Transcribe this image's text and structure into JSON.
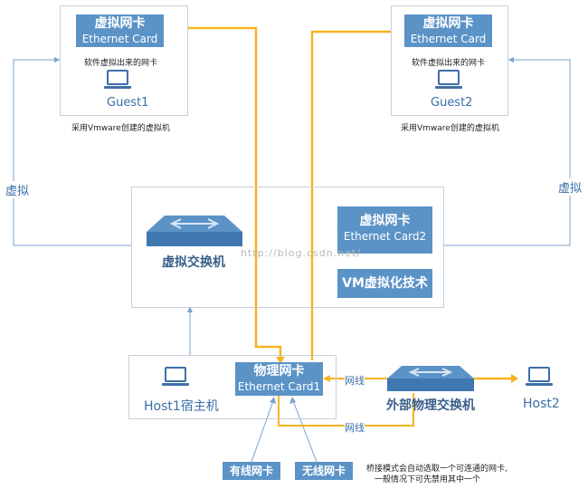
{
  "guest1": {
    "nic_title": "虚拟网卡",
    "nic_subtitle": "Ethernet Card",
    "desc": "软件虚拟出来的网卡",
    "name": "Guest1",
    "caption": "采用Vmware创建的虚拟机"
  },
  "guest2": {
    "nic_title": "虚拟网卡",
    "nic_subtitle": "Ethernet Card",
    "desc": "软件虚拟出来的网卡",
    "name": "Guest2",
    "caption": "采用Vmware创建的虚拟机"
  },
  "left_link_label": "虚拟",
  "right_link_label": "虚拟",
  "virtual_switch": "虚拟交换机",
  "nic2": {
    "title": "虚拟网卡",
    "subtitle": "Ethernet Card2"
  },
  "vm_tech": "VM虚拟化技术",
  "watermark": "http://blog.csdn.net/",
  "host1": {
    "name": "Host1宿主机",
    "nic_title": "物理网卡",
    "nic_subtitle": "Ethernet Card1"
  },
  "link_label_top": "网线",
  "link_label_bottom": "网线",
  "external_switch": "外部物理交换机",
  "host2": "Host2",
  "wired_nic": "有线网卡",
  "wireless_nic": "无线网卡",
  "note": {
    "line1": "桥接模式会自动选取一个可连通的网卡,",
    "line2": "一般情况下可先禁用其中一个"
  },
  "colors": {
    "accent_blue": "#5b93c7",
    "connector_orange": "#f7b422",
    "line_blue": "#7aa3cc",
    "border_gray": "#c7d0da"
  }
}
